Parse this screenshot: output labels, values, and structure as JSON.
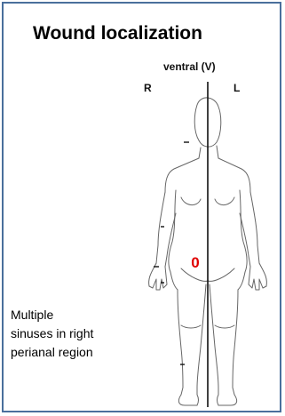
{
  "title": "Wound localization",
  "view_label": "ventral (V)",
  "side_right": "R",
  "side_left": "L",
  "wound_marker": "0",
  "note_lines": [
    "Multiple",
    "sinuses in right",
    "perianal region"
  ],
  "colors": {
    "frame": "#4a6f9c",
    "marker": "#e00000",
    "outline": "#555555",
    "midline": "#111111"
  },
  "icons": [
    "body-outline-figure"
  ]
}
